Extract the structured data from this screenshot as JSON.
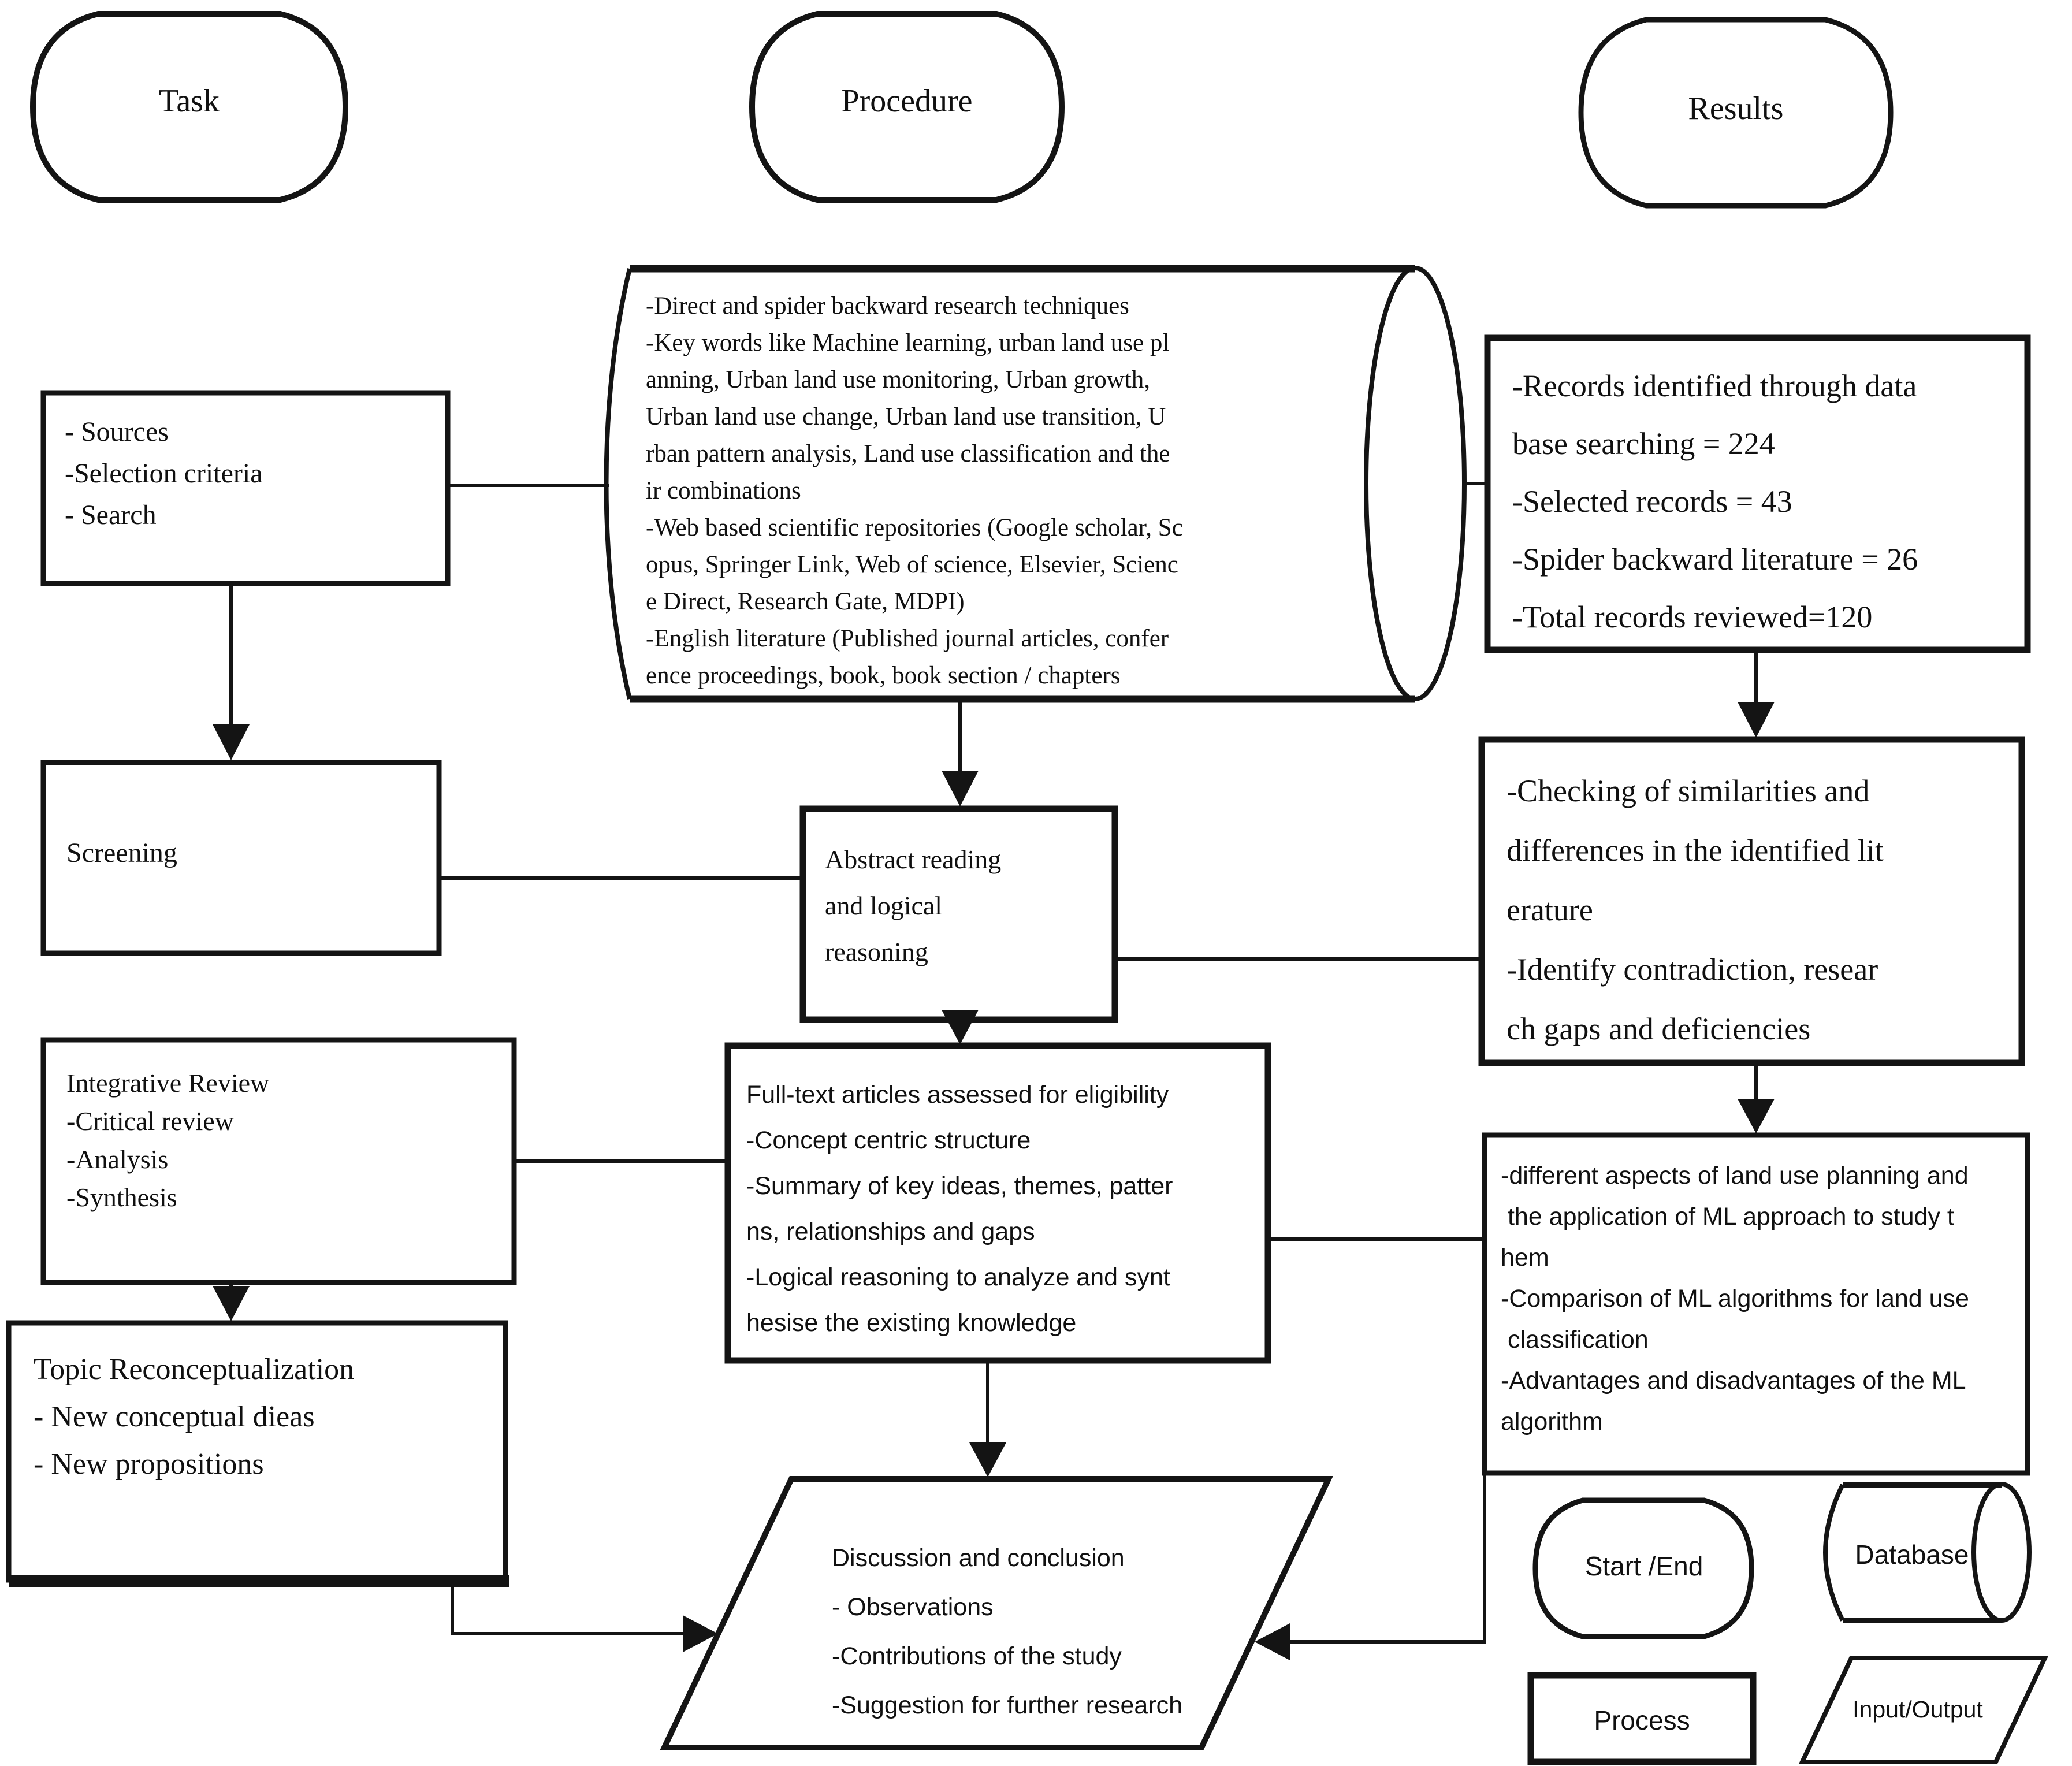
{
  "columns": {
    "task": "Task",
    "procedure": "Procedure",
    "results": "Results"
  },
  "nodes": {
    "sources": {
      "type": "process",
      "text": "- Sources\n-Selection criteria\n- Search"
    },
    "search_database": {
      "type": "database",
      "text": "-Direct and spider backward research techniques\n-Key words like Machine learning, urban land use pl\nanning, Urban land use monitoring, Urban growth,\nUrban land use change, Urban land use transition, U\nrban pattern analysis, Land use classification and the\nir combinations\n-Web based scientific repositories (Google scholar, Sc\nopus, Springer Link, Web of science, Elsevier, Scienc\ne Direct, Research Gate, MDPI)\n-English literature (Published journal articles, confer\nence proceedings, book, book section / chapters"
    },
    "records": {
      "type": "process",
      "text": "-Records identified through data\nbase searching = 224\n-Selected records = 43\n-Spider backward literature = 26\n-Total records reviewed=120"
    },
    "screening": {
      "type": "process",
      "text": "Screening"
    },
    "abstract_reading": {
      "type": "process",
      "text": "Abstract reading\nand logical\nreasoning"
    },
    "checking": {
      "type": "process",
      "text": "-Checking of similarities and\ndifferences in the identified lit\nerature\n-Identify contradiction, resear\nch gaps and deficiencies"
    },
    "integrative_review": {
      "type": "process",
      "text": "Integrative Review\n-Critical review\n-Analysis\n-Synthesis"
    },
    "fulltext": {
      "type": "process",
      "text": "Full-text articles assessed for eligibility\n-Concept centric structure\n-Summary of key ideas, themes, patter\nns, relationships and gaps\n-Logical reasoning to analyze and synt\nhesise the existing knowledge"
    },
    "ml_aspects": {
      "type": "process",
      "text": "-different aspects of land use planning and\n the application of ML approach to study t\nhem\n-Comparison of ML algorithms for land use\n classification\n-Advantages and disadvantages of the ML\nalgorithm"
    },
    "topic_reconceptualization": {
      "type": "process",
      "text": "Topic Reconceptualization\n- New conceptual dieas\n- New propositions"
    },
    "discussion": {
      "type": "input_output",
      "text": "Discussion and conclusion\n- Observations\n-Contributions of the study\n-Suggestion for further research"
    }
  },
  "legend": {
    "start_end": "Start /End",
    "database": "Database",
    "process": "Process",
    "input_output": "Input/Output"
  },
  "colors": {
    "stroke": "#141414",
    "background": "#ffffff"
  }
}
